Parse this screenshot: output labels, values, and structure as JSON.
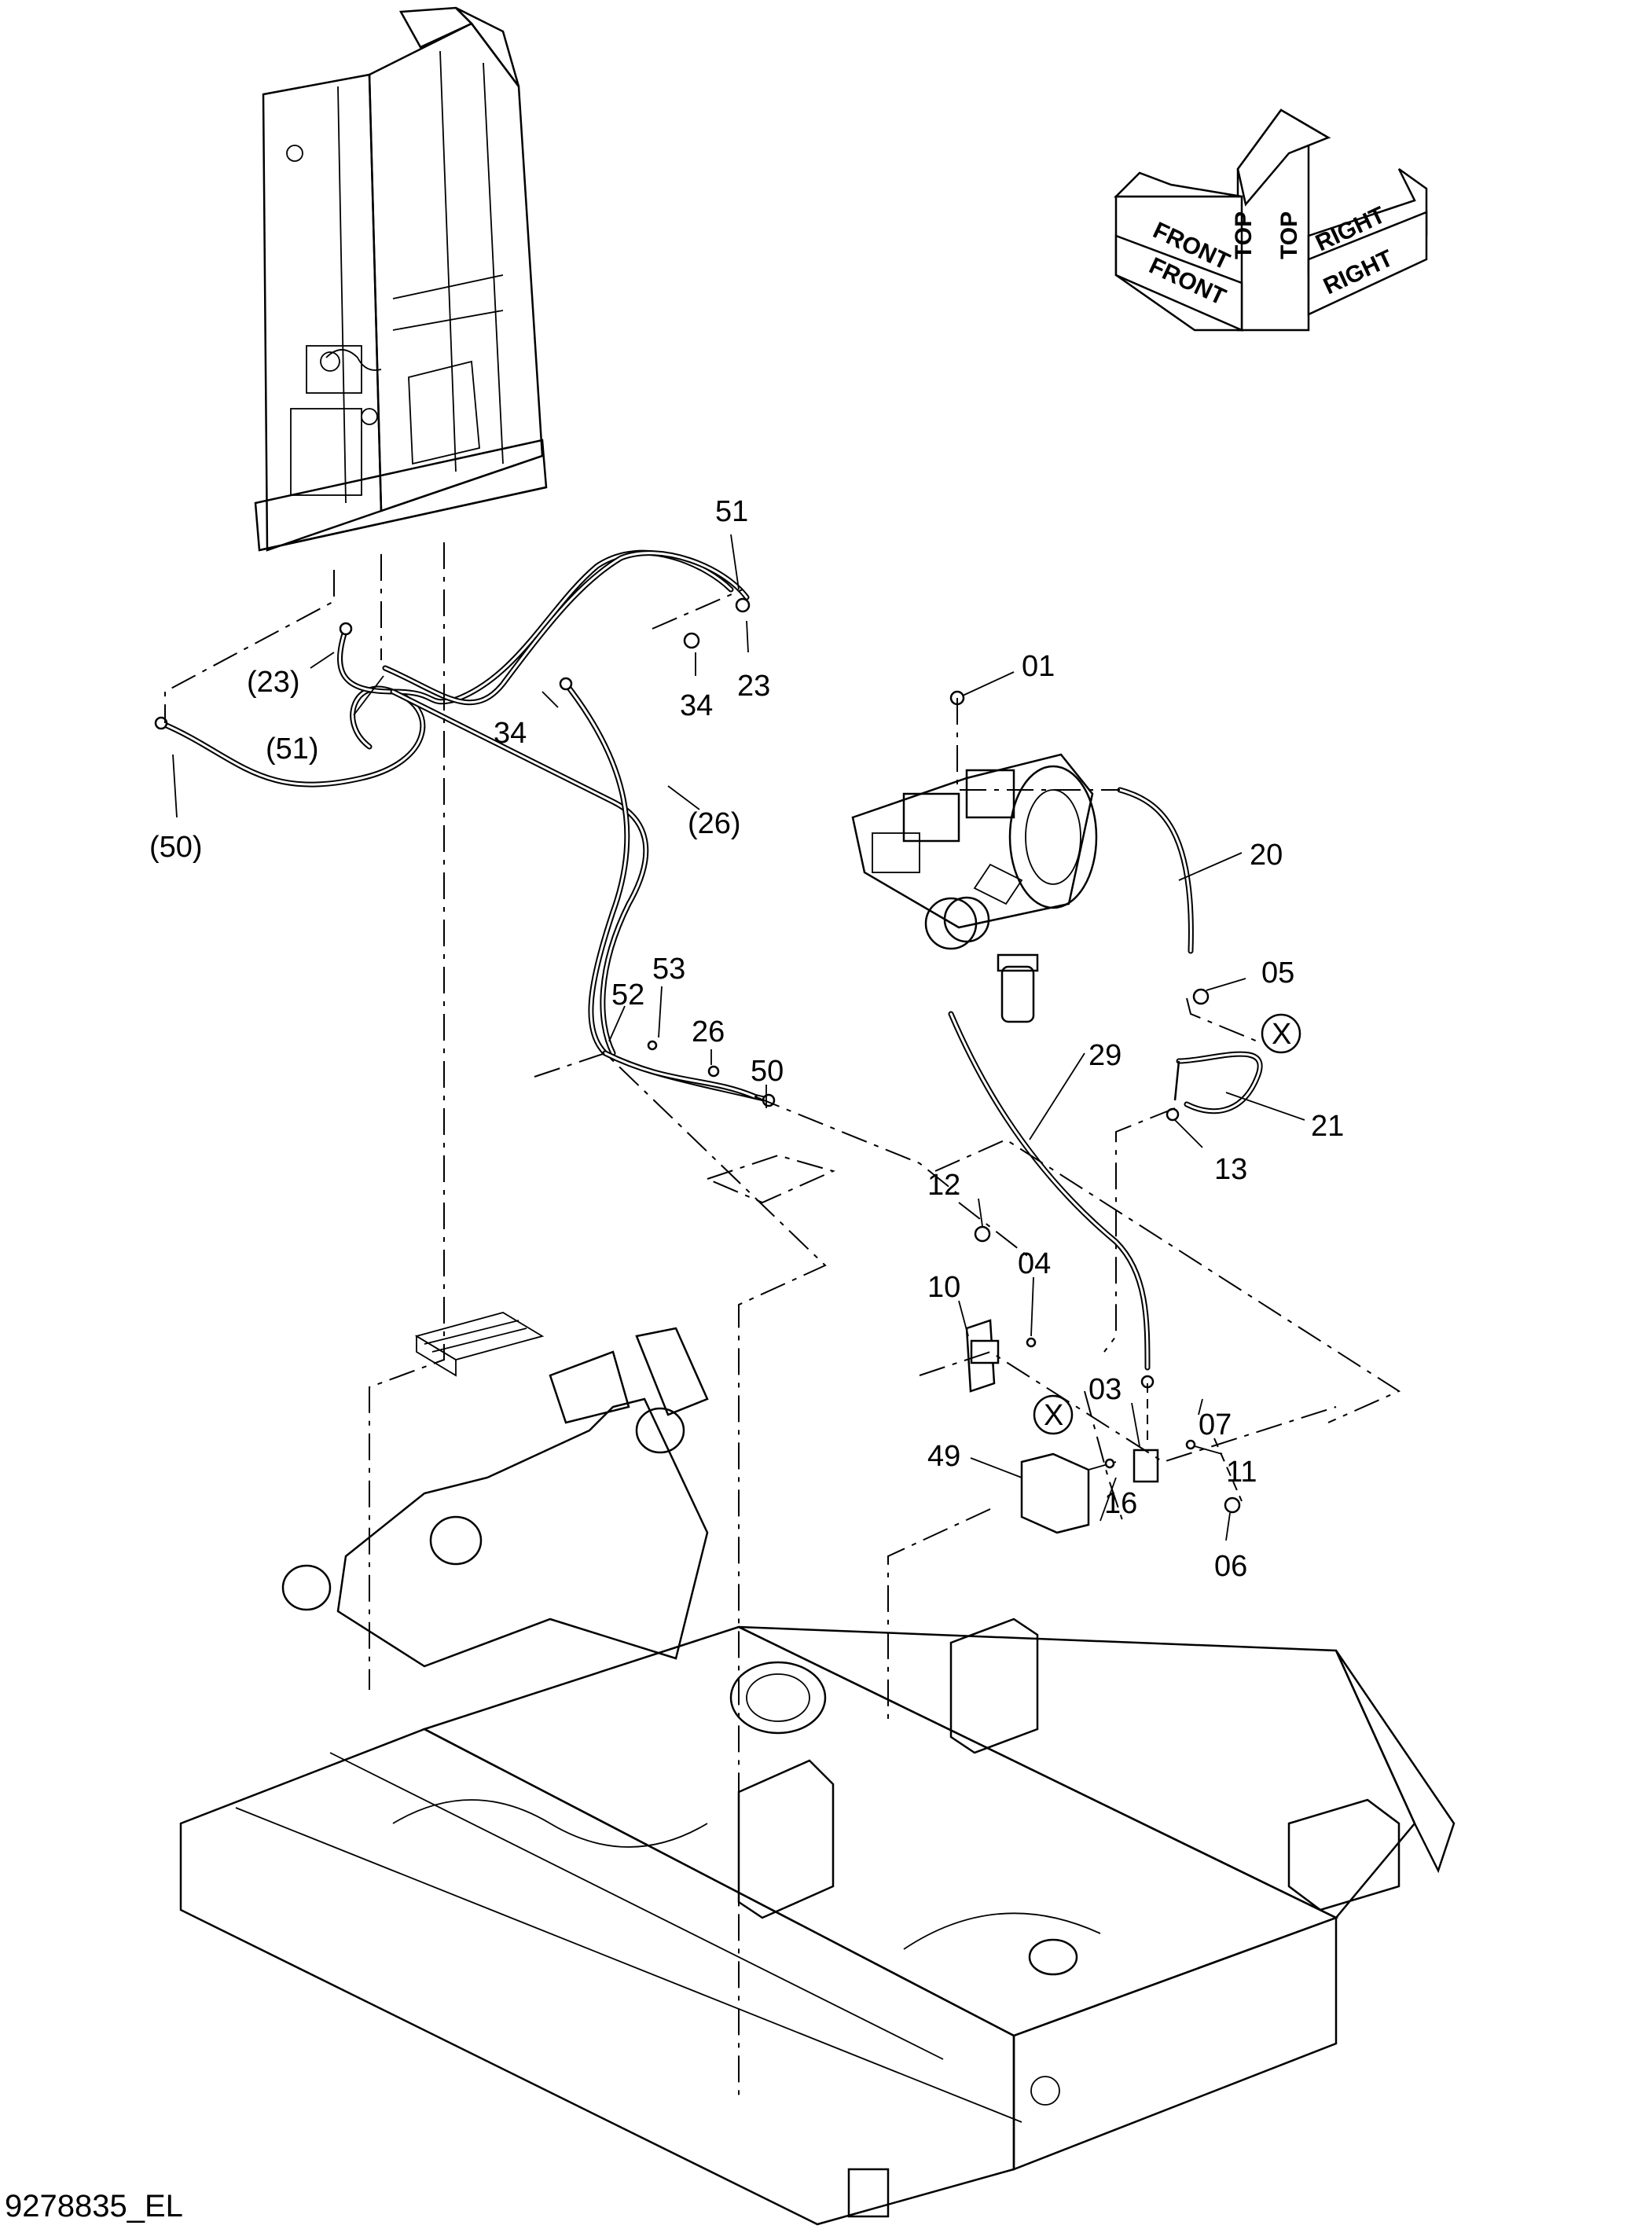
{
  "drawing": {
    "code": "9278835_EL",
    "orientation_labels": {
      "top_left": "TOP",
      "top_right": "TOP",
      "front_upper": "FRONT",
      "front_lower": "FRONT",
      "right_upper": "RIGHT",
      "right_lower": "RIGHT"
    },
    "callouts": [
      {
        "id": "c51",
        "text": "51"
      },
      {
        "id": "c23",
        "text": "23"
      },
      {
        "id": "c23p",
        "text": "(23)"
      },
      {
        "id": "c51p",
        "text": "(51)"
      },
      {
        "id": "c34a",
        "text": "34"
      },
      {
        "id": "c34b",
        "text": "34"
      },
      {
        "id": "c50p",
        "text": "(50)"
      },
      {
        "id": "c26p",
        "text": "(26)"
      },
      {
        "id": "c01",
        "text": "01"
      },
      {
        "id": "c20",
        "text": "20"
      },
      {
        "id": "c05",
        "text": "05"
      },
      {
        "id": "cX1",
        "text": "X"
      },
      {
        "id": "c21",
        "text": "21"
      },
      {
        "id": "c13",
        "text": "13"
      },
      {
        "id": "c29",
        "text": "29"
      },
      {
        "id": "c53",
        "text": "53"
      },
      {
        "id": "c52",
        "text": "52"
      },
      {
        "id": "c26",
        "text": "26"
      },
      {
        "id": "c50",
        "text": "50"
      },
      {
        "id": "c12",
        "text": "12"
      },
      {
        "id": "c10",
        "text": "10"
      },
      {
        "id": "c04",
        "text": "04"
      },
      {
        "id": "c03",
        "text": "03"
      },
      {
        "id": "c07",
        "text": "07"
      },
      {
        "id": "cX2",
        "text": "X"
      },
      {
        "id": "c11",
        "text": "11"
      },
      {
        "id": "c49",
        "text": "49"
      },
      {
        "id": "c16",
        "text": "16"
      },
      {
        "id": "c06",
        "text": "06"
      }
    ]
  }
}
